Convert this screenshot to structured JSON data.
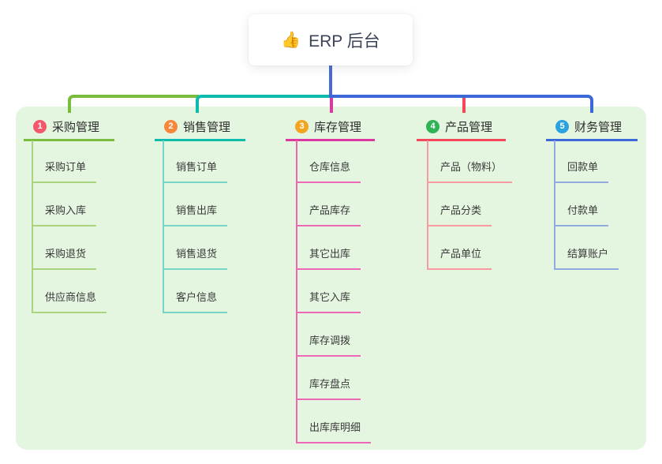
{
  "root": {
    "icon": "thumbs-up-icon",
    "label": "ERP 后台"
  },
  "canvas": {
    "background": "#ffffff",
    "panel_background": "#e4f5e0",
    "root_connector_color": "#4a6ad8"
  },
  "branches": [
    {
      "number": "1",
      "label": "采购管理",
      "badge_color": "#f4566c",
      "line_color": "#7abc3e",
      "item_line_color": "#a9d37d",
      "items": [
        "采购订单",
        "采购入库",
        "采购退货",
        "供应商信息"
      ]
    },
    {
      "number": "2",
      "label": "销售管理",
      "badge_color": "#f7873b",
      "line_color": "#0ebcac",
      "item_line_color": "#76d5c8",
      "items": [
        "销售订单",
        "销售出库",
        "销售退货",
        "客户信息"
      ]
    },
    {
      "number": "3",
      "label": "库存管理",
      "badge_color": "#f3a51f",
      "line_color": "#dc38a0",
      "item_line_color": "#ee68b6",
      "items": [
        "仓库信息",
        "产品库存",
        "其它出库",
        "其它入库",
        "库存调拨",
        "库存盘点",
        "出库库明细"
      ]
    },
    {
      "number": "4",
      "label": "产品管理",
      "badge_color": "#2fb355",
      "line_color": "#f4485a",
      "item_line_color": "#f89aa1",
      "items": [
        "产品（物料）",
        "产品分类",
        "产品单位"
      ]
    },
    {
      "number": "5",
      "label": "财务管理",
      "badge_color": "#2aa2de",
      "line_color": "#3d68d8",
      "item_line_color": "#93a9e2",
      "items": [
        "回款单",
        "付款单",
        "结算账户"
      ]
    }
  ]
}
